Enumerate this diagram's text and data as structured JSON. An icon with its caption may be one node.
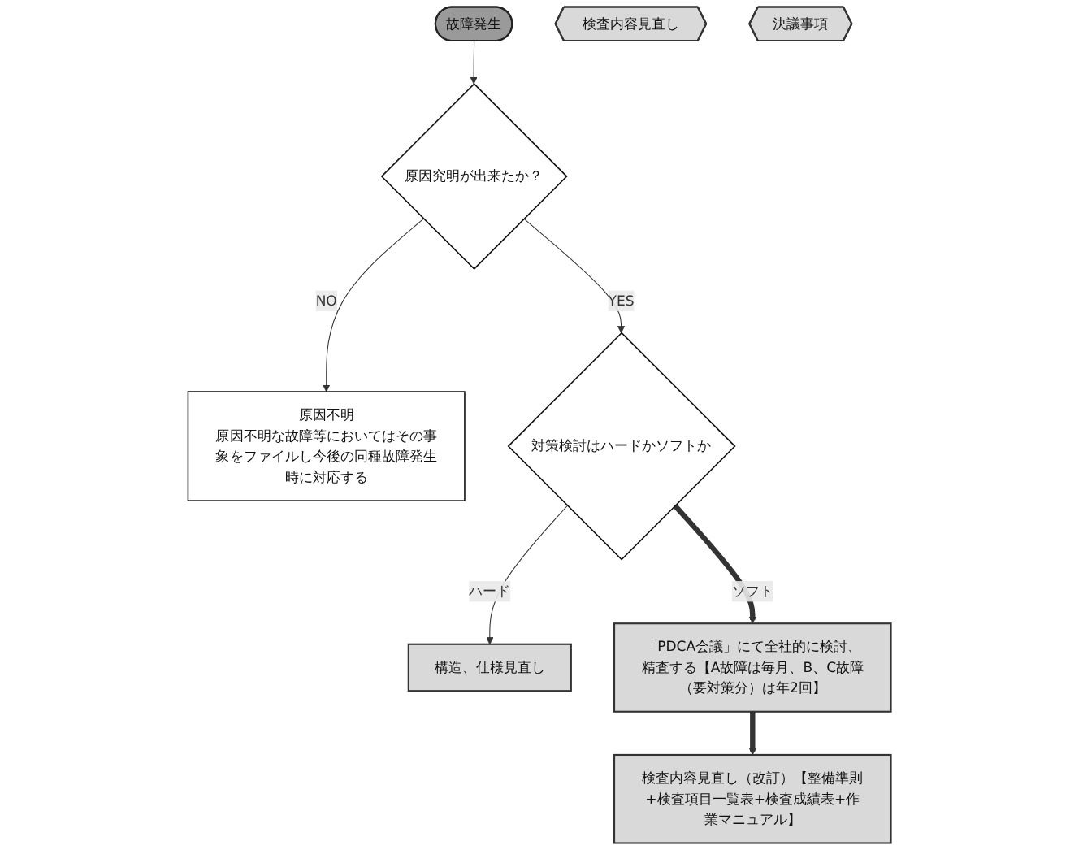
{
  "diagram": {
    "nodes": [
      {
        "text": [
          "故障発生"
        ]
      },
      {
        "text": [
          "原因究明が出来たか？"
        ]
      },
      {
        "text": [
          "原因不明",
          "原因不明な故障等においてはその事象をファイルし今後の同種故障発生時に対応する"
        ]
      },
      {
        "text": [
          "対策検討はハードかソフトか"
        ]
      },
      {
        "text": [
          "構造、仕様見直し"
        ]
      },
      {
        "text": [
          "検査内容見直し"
        ]
      },
      {
        "text": [
          "「PDCA会議」にて全社的に検討、精査する【A故障は毎月、B、C故障（要対策分）は年2回】"
        ]
      },
      {
        "text": [
          "決議事項"
        ]
      },
      {
        "text": [
          "検査内容見直し（改訂）【整備準則+検査項目一覧表+検査成績表+作業マニュアル】"
        ]
      }
    ],
    "edges": [
      {
        "from": 0,
        "to": 1,
        "arrow": "to"
      },
      {
        "from": 1,
        "to": 2,
        "arrow": "to",
        "label": "NO"
      },
      {
        "from": 1,
        "to": 3,
        "arrow": "to",
        "label": "YES"
      },
      {
        "from": 3,
        "to": 4,
        "arrow": "to",
        "label": "ハード"
      },
      {
        "from": 3,
        "to": 6,
        "arrow": "to",
        "label": "ソフト",
        "style": "thick"
      },
      {
        "from": 6,
        "to": 8,
        "arrow": "to",
        "style": "thick"
      }
    ]
  }
}
